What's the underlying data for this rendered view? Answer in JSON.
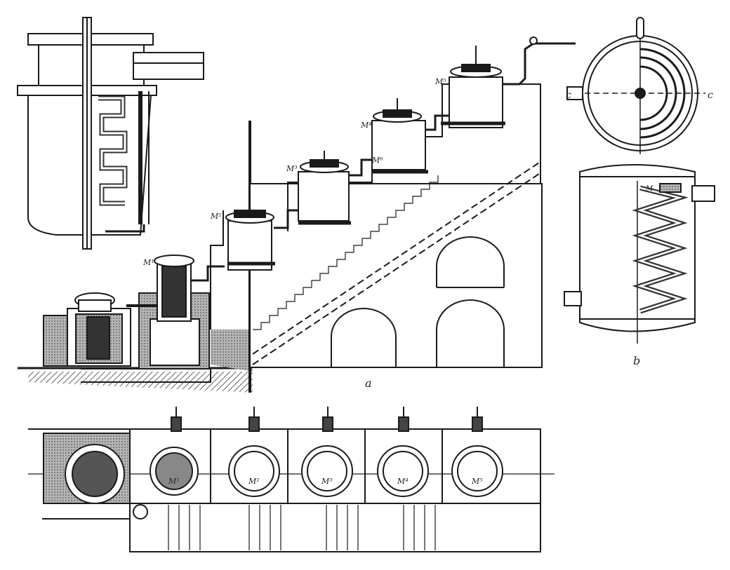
{
  "labels": {
    "view_a": "a",
    "view_b": "b",
    "section_c_left": "c",
    "section_c_right": "c",
    "main_elevation": [
      "M¹",
      "M²",
      "M³",
      "M⁴",
      "M⁵",
      "M⁶"
    ],
    "plan": [
      "M¹",
      "M²",
      "M³",
      "M⁴",
      "M⁵"
    ],
    "scroll_label": "M"
  },
  "colors": {
    "ink": "#1a1a1a",
    "shade": "#8a8a8a",
    "paper": "#ffffff"
  }
}
